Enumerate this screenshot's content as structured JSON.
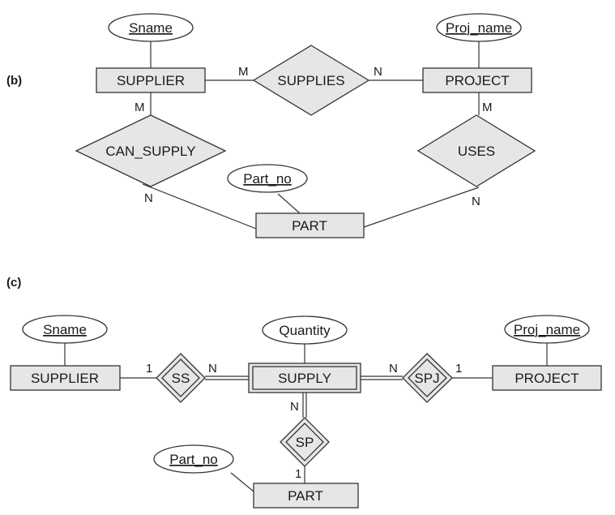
{
  "panels": {
    "b": "(b)",
    "c": "(c)"
  },
  "diagram_b": {
    "entities": {
      "supplier": "SUPPLIER",
      "project": "PROJECT",
      "part": "PART"
    },
    "relationships": {
      "supplies": "SUPPLIES",
      "can_supply": "CAN_SUPPLY",
      "uses": "USES"
    },
    "attributes": {
      "sname": "Sname",
      "proj_name": "Proj_name",
      "part_no": "Part_no"
    },
    "cardinalities": {
      "supplier_supplies": "M",
      "supplies_project": "N",
      "supplier_can_supply": "M",
      "can_supply_part": "N",
      "project_uses": "M",
      "uses_part": "N"
    }
  },
  "diagram_c": {
    "entities": {
      "supplier": "SUPPLIER",
      "supply": "SUPPLY",
      "project": "PROJECT",
      "part": "PART"
    },
    "relationships": {
      "ss": "SS",
      "spj": "SPJ",
      "sp": "SP"
    },
    "attributes": {
      "sname": "Sname",
      "quantity": "Quantity",
      "proj_name": "Proj_name",
      "part_no": "Part_no"
    },
    "cardinalities": {
      "supplier_ss": "1",
      "ss_supply": "N",
      "supply_spj": "N",
      "spj_project": "1",
      "supply_sp": "N",
      "sp_part": "1"
    }
  },
  "colors": {
    "shape_fill": "#e6e6e6",
    "stroke": "#333333",
    "text": "#1a1a1a"
  }
}
